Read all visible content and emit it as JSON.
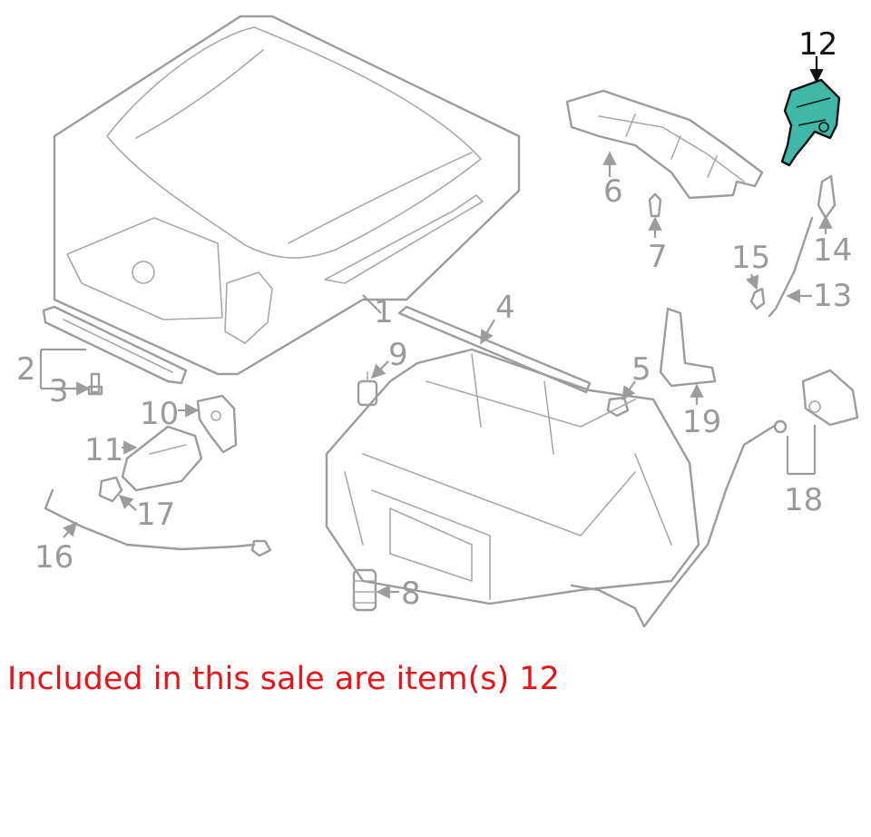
{
  "colors": {
    "line_art": "#9c9c9c",
    "highlight_fill": "#3fb8a8",
    "highlight_outline": "#111111",
    "caption": "#e8141a"
  },
  "callouts": {
    "c1": "1",
    "c2": "2",
    "c3": "3",
    "c4": "4",
    "c5": "5",
    "c6": "6",
    "c7": "7",
    "c8": "8",
    "c9": "9",
    "c10": "10",
    "c11": "11",
    "c12": "12",
    "c13": "13",
    "c14": "14",
    "c15": "15",
    "c16": "16",
    "c17": "17",
    "c18": "18",
    "c19": "19"
  },
  "highlighted_item": "12",
  "caption": "Included in this sale are item(s) 12"
}
